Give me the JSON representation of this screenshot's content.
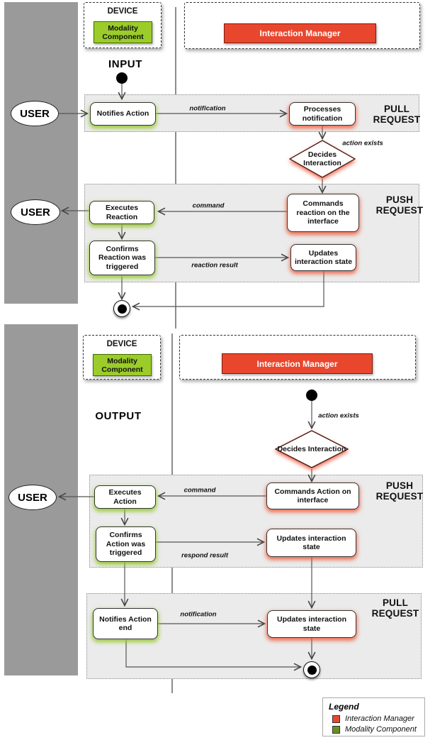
{
  "user_label": "USER",
  "colors": {
    "interaction_manager": "#e8472e",
    "modality_component": "#9bcc2a",
    "legend_modality": "#6b8e23",
    "swimlane_gray": "#9a9a9a"
  },
  "top": {
    "section_label": "INPUT",
    "device_title": "DEVICE",
    "modality_label": "Modality Component",
    "manager_label": "Interaction Manager",
    "pull_label": "PULL REQUEST",
    "push_label": "PUSH REQUEST",
    "nodes": {
      "notifies": "Notifies Action",
      "processes": "Processes notification",
      "decides": "Decides Interaction",
      "commands": "Commands reaction on the interface",
      "executes": "Executes Reaction",
      "confirms": "Confirms Reaction was triggered",
      "updates": "Updates interaction state"
    },
    "edges": {
      "notification": "notification",
      "action_exists": "action exists",
      "command": "command",
      "reaction_result": "reaction result"
    }
  },
  "bottom": {
    "section_label": "OUTPUT",
    "device_title": "DEVICE",
    "modality_label": "Modality Component",
    "manager_label": "Interaction Manager",
    "push_label": "PUSH REQUEST",
    "pull_label": "PULL REQUEST",
    "nodes": {
      "decides": "Decides Interaction",
      "commands": "Commands Action on interface",
      "executes": "Executes Action",
      "confirms": "Confirms Action was triggered",
      "updates_push": "Updates interaction state",
      "notifies_end": "Notifies Action end",
      "updates_pull": "Updates interaction state"
    },
    "edges": {
      "action_exists": "action exists",
      "command": "command",
      "respond_result": "respond result",
      "notification": "notification"
    }
  },
  "legend": {
    "title": "Legend",
    "items": [
      {
        "label": "Interaction Manager",
        "color": "#e8472e"
      },
      {
        "label": "Modality Component",
        "color": "#6b8e23"
      }
    ]
  }
}
